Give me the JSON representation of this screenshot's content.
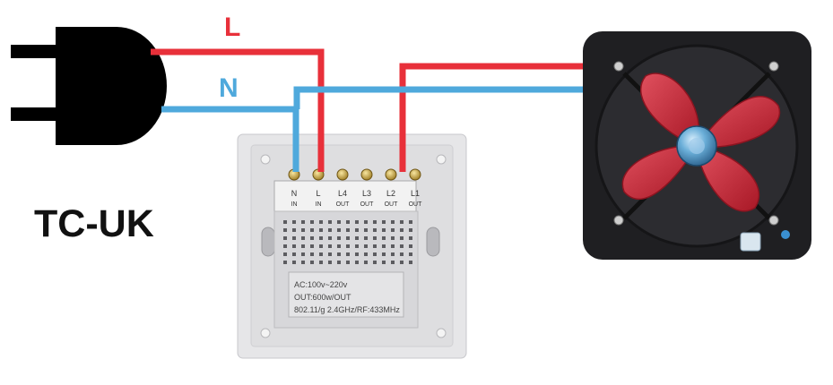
{
  "wires": {
    "live_label": "L",
    "neutral_label": "N",
    "live_color": "#e8303a",
    "neutral_color": "#4fa9dc"
  },
  "brand_text": "TC-UK",
  "switch_module": {
    "terminals": [
      {
        "top": "N",
        "bottom": "IN"
      },
      {
        "top": "L",
        "bottom": "IN"
      },
      {
        "top": "L4",
        "bottom": "OUT"
      },
      {
        "top": "L3",
        "bottom": "OUT"
      },
      {
        "top": "L2",
        "bottom": "OUT"
      },
      {
        "top": "L1",
        "bottom": "OUT"
      }
    ],
    "spec_lines": [
      "AC:100v~220v",
      "OUT:600w/OUT",
      "802.11/g 2.4GHz/RF:433MHz"
    ]
  },
  "icons": {
    "plug": "plug-icon",
    "fan": "exhaust-fan"
  }
}
